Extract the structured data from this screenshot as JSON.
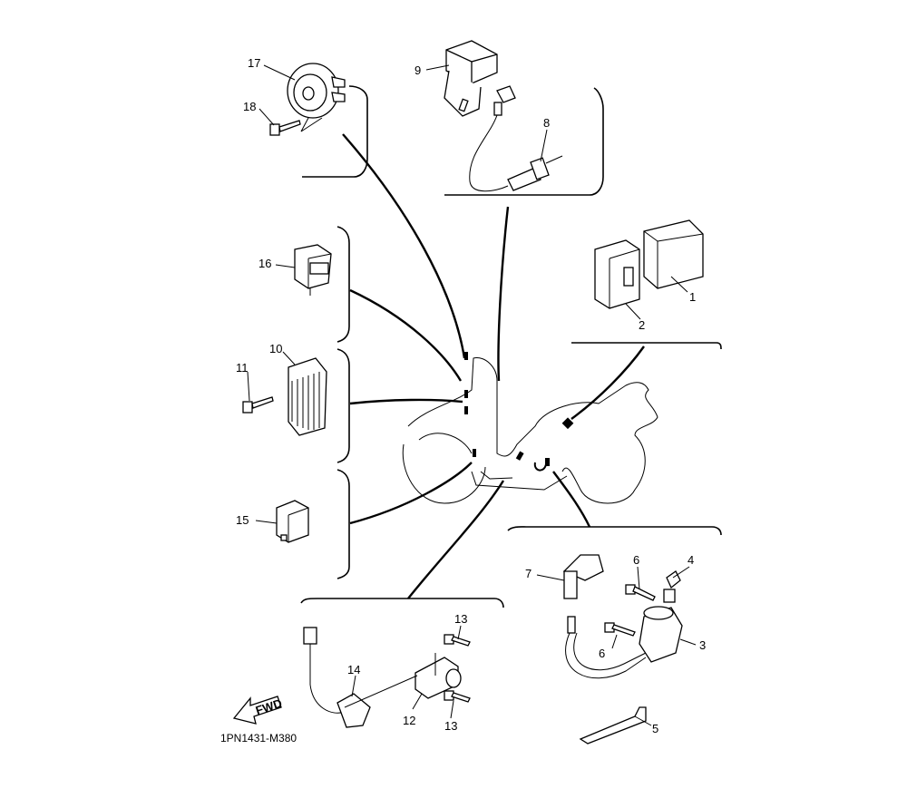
{
  "diagram_code": "1PN1431-M380",
  "fwd_label": "FWD",
  "callouts": {
    "c1": "1",
    "c2": "2",
    "c3": "3",
    "c4": "4",
    "c5": "5",
    "c6a": "6",
    "c6b": "6",
    "c7": "7",
    "c8": "8",
    "c9": "9",
    "c10": "10",
    "c11": "11",
    "c12": "12",
    "c13a": "13",
    "c13b": "13",
    "c14": "14",
    "c15": "15",
    "c16": "16",
    "c17": "17",
    "c18": "18"
  }
}
